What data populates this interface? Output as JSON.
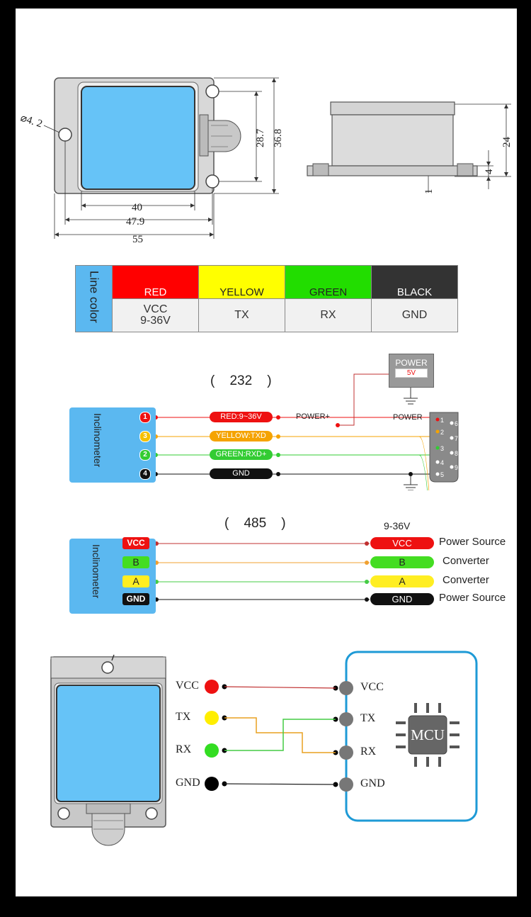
{
  "dimensions": {
    "hole_dia": "⌀4. 2",
    "width_40": "40",
    "width_47_9": "47.9",
    "width_55": "55",
    "height_28_7": "28.7",
    "height_36_8": "36.8",
    "height_24": "24",
    "height_4": "4",
    "height_1": "1"
  },
  "color_table": {
    "legend": "Line color",
    "columns": [
      {
        "color_name": "RED",
        "function": "VCC\n9-36V",
        "bg": "#ff0000",
        "text_color": "#ffffff"
      },
      {
        "color_name": "YELLOW",
        "function": "TX",
        "bg": "#ffff00",
        "text_color": "#222222"
      },
      {
        "color_name": "GREEN",
        "function": "RX",
        "bg": "#22dd00",
        "text_color": "#222222"
      },
      {
        "color_name": "BLACK",
        "function": "GND",
        "bg": "#333333",
        "text_color": "#ffffff"
      }
    ]
  },
  "rs232": {
    "title": "(    232    )",
    "device_label": "Inclinometer",
    "power_box_title": "POWER",
    "power_box_value": "5V",
    "power_plus": "POWER+",
    "power_label": "POWER",
    "pins": [
      {
        "num": "1",
        "wire": "RED:9~36V",
        "color": "#ee1111",
        "pill_text_color": "#ffffff"
      },
      {
        "num": "3",
        "wire": "YELLOW:TXD",
        "color": "#f5a300",
        "pill_text_color": "#ffffff"
      },
      {
        "num": "2",
        "wire": "GREEN:RXD+",
        "color": "#33cc33",
        "pill_text_color": "#ffffff"
      },
      {
        "num": "4",
        "wire": "GND",
        "color": "#111111",
        "pill_text_color": "#ffffff"
      }
    ],
    "db9_pins": [
      "1",
      "2",
      "3",
      "4",
      "5",
      "6",
      "7",
      "8",
      "9"
    ]
  },
  "rs485": {
    "title": "(    485    )",
    "device_label": "Inclinometer",
    "supply_label": "9-36V",
    "rows": [
      {
        "pin": "VCC",
        "target": "VCC",
        "desc": "Power Source",
        "color": "#ee1111",
        "line": "#c03030",
        "text": "#ffffff"
      },
      {
        "pin": "B",
        "target": "B",
        "desc": "Converter",
        "color": "#44dd22",
        "line": "#f0a030",
        "text": "#222222"
      },
      {
        "pin": "A",
        "target": "A",
        "desc": "Converter",
        "color": "#ffee22",
        "line": "#44cc44",
        "text": "#222222"
      },
      {
        "pin": "GND",
        "target": "GND",
        "desc": "Power Source",
        "color": "#111111",
        "line": "#111111",
        "text": "#ffffff"
      }
    ]
  },
  "mcu": {
    "chip_label": "MCU",
    "left_pins": [
      {
        "label": "VCC",
        "color": "#ee1111"
      },
      {
        "label": "TX",
        "color": "#ffee00"
      },
      {
        "label": "RX",
        "color": "#33dd22"
      },
      {
        "label": "GND",
        "color": "#000000"
      }
    ],
    "right_pins": [
      "VCC",
      "TX",
      "RX",
      "GND"
    ]
  }
}
